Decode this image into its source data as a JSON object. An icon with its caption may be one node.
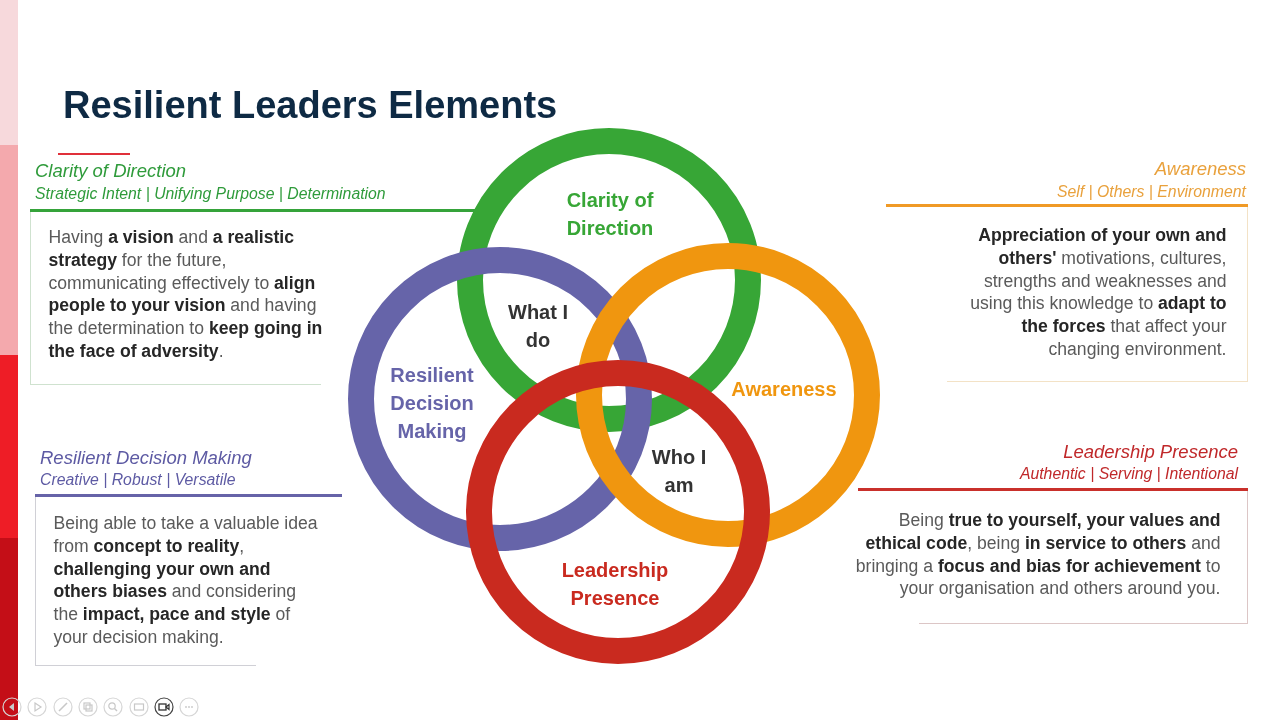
{
  "diagram": {
    "title": "Resilient Leaders Elements",
    "nodes": [
      {
        "text": [
          "Clarity of Direction",
          "Strategic Intent | Unifying Purpose | Determination",
          "Having **a vision** and **a realistic strategy** for the future, communicating effectively to **align people to your vision** and having the determination to **keep going in the face of adversity**."
        ]
      },
      {
        "text": [
          "Clarity of Direction"
        ]
      },
      {
        "text": [
          "Awareness",
          "Self | Others | Environment",
          "**Appreciation of your own and others'** motivations, cultures, strengths and weaknesses and using this knowledge to **adapt to the forces** that affect your changing environment."
        ]
      },
      {
        "text": [
          "Resilient Decision Making"
        ]
      },
      {
        "text": [
          "Awareness"
        ]
      },
      {
        "text": [
          "Resilient Decision Making",
          "Creative | Robust | Versatile",
          "Being able to take a valuable idea from **concept to reality**, **challenging your own and others biases** and considering the **impact, pace and style** of your decision making."
        ]
      },
      {
        "text": [
          "Leadership Presence",
          "Authentic | Serving | Intentional",
          "Being **true to yourself, your values and ethical code**, being **in service to others** and bringing a **focus and bias for achievement** to your organisation and others around you."
        ]
      },
      {
        "text": [
          "Leadership Presence"
        ]
      }
    ],
    "labels": [
      "What I do",
      "Who I am"
    ]
  }
}
